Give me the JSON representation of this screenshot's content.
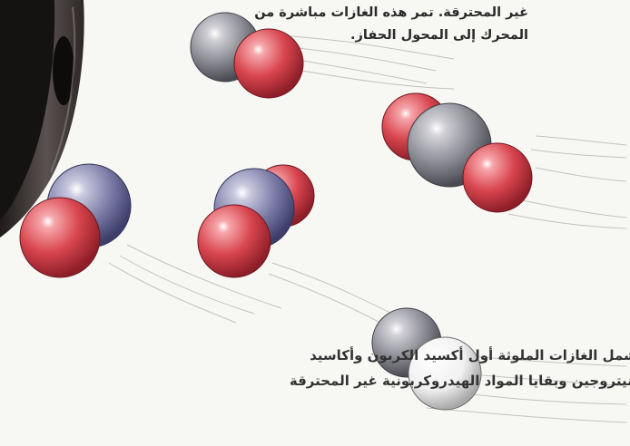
{
  "captions": {
    "top": {
      "line1": "غير المحترقة. تمر هذه الغازات مباشرة من",
      "line2": "المحرك إلى المحول الحفاز."
    },
    "bottom": {
      "line1": "تشمل الغازات الملوثة أول أكسيد الكربون وأكاسيد",
      "line2": "النيتروجين وبقايا المواد الهيدروكربونية غير المحترقة"
    }
  },
  "colors": {
    "background": "#f7f7f4",
    "oxygen_atom": "#d9464f",
    "carbon_atom": "#8a8a92",
    "nitrogen_atom": "#6f6f9c",
    "hydrogen_atom": "#f1f1f1",
    "exhaust_pipe": "#3a3432"
  },
  "molecules": [
    {
      "id": "carbon-monoxide",
      "atoms": [
        "carbon",
        "oxygen"
      ]
    },
    {
      "id": "carbon-dioxide",
      "atoms": [
        "oxygen",
        "carbon",
        "oxygen"
      ]
    },
    {
      "id": "nitric-oxide",
      "atoms": [
        "nitrogen",
        "oxygen"
      ]
    },
    {
      "id": "nitrogen-dioxide",
      "atoms": [
        "oxygen",
        "nitrogen",
        "oxygen"
      ]
    },
    {
      "id": "hydrogen-molecule",
      "atoms": [
        "carbon",
        "hydrogen"
      ]
    }
  ]
}
